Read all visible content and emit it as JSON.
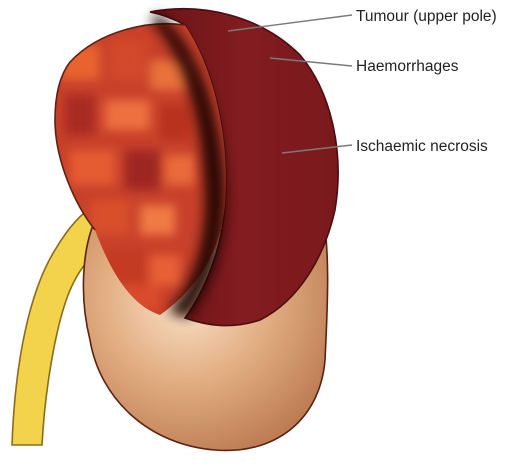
{
  "labels": {
    "tumour": "Tumour (upper pole)",
    "haemorrhages": "Haemorrhages",
    "necrosis": "Ischaemic necrosis"
  },
  "colors": {
    "ureter": "#f3d34c",
    "ureter_outline": "#8a6c1b",
    "kidney_light": "#f2c7a1",
    "kidney_mid": "#d79b70",
    "kidney_dark": "#a8623f",
    "kidney_outline": "#5a2212",
    "necrosis": "#7d1b1f",
    "necrosis_outline": "#4a0d10",
    "haemorrhage_base": "#c8402a",
    "haemorrhage_spot": "#e8642f",
    "leader_line": "#7a7a7a"
  }
}
